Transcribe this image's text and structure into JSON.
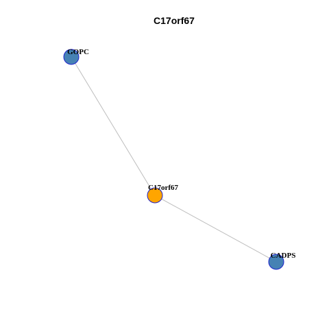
{
  "graph": {
    "title": "C17orf67",
    "colors": {
      "center_fill": "#FFA500",
      "neighbor_fill": "#4682B4",
      "node_border": "#1E22CC",
      "edge": "#BDBDBD",
      "label": "#000000"
    },
    "nodes": [
      {
        "id": "GOPC",
        "label": "GOPC",
        "role": "neighbor"
      },
      {
        "id": "C17orf67",
        "label": "C17orf67",
        "role": "center"
      },
      {
        "id": "CADPS",
        "label": "CADPS",
        "role": "neighbor"
      }
    ],
    "edges": [
      {
        "source": "GOPC",
        "target": "C17orf67"
      },
      {
        "source": "C17orf67",
        "target": "CADPS"
      }
    ]
  }
}
